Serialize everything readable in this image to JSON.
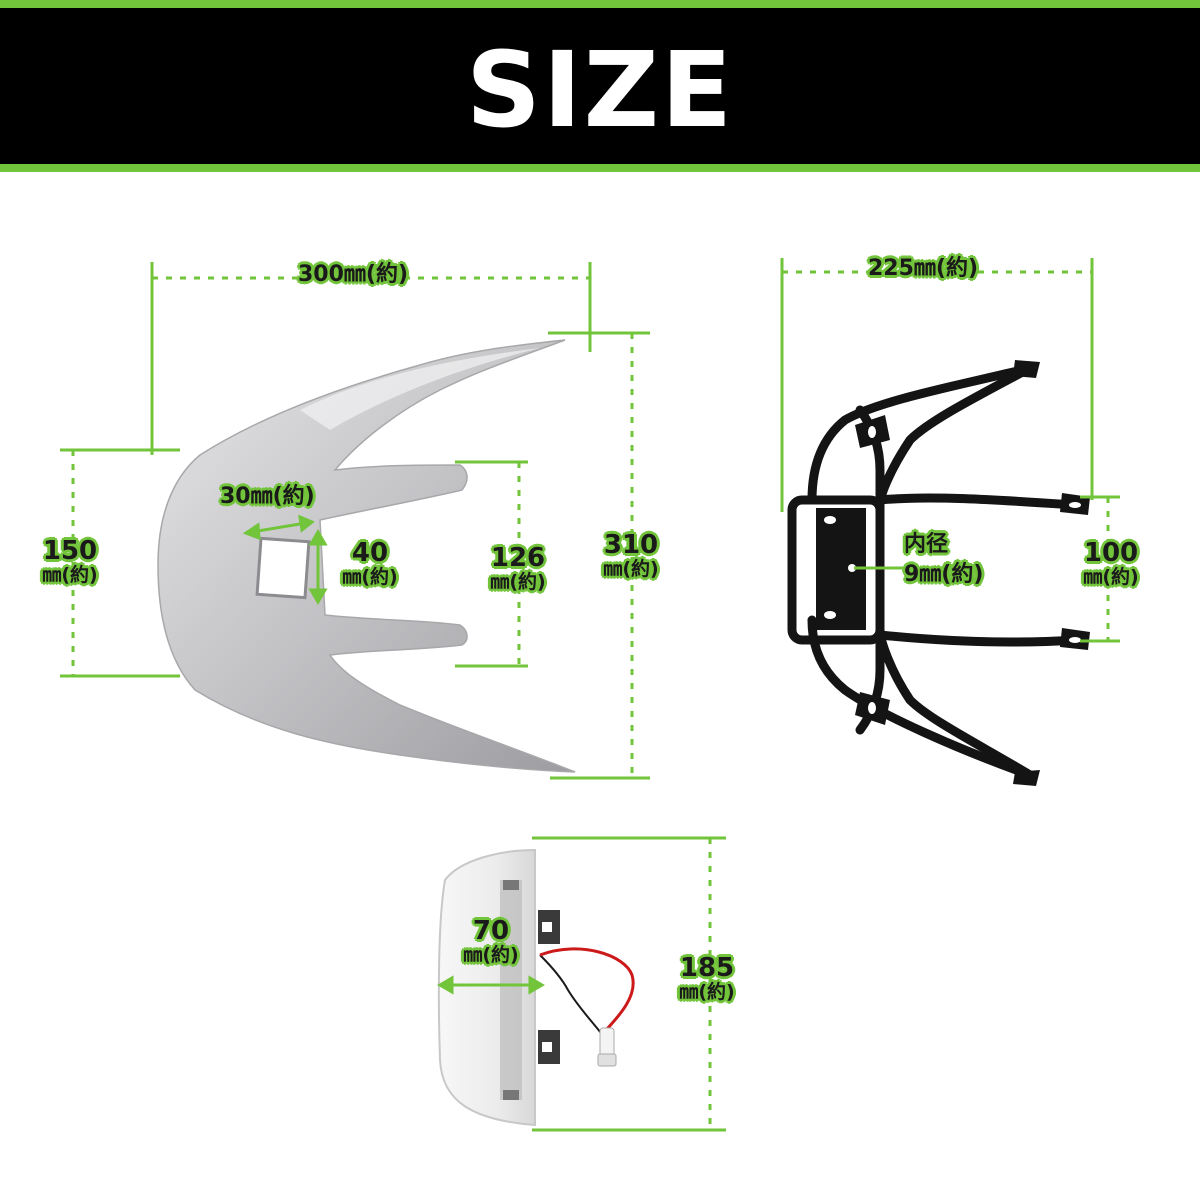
{
  "header": {
    "title": "SIZE"
  },
  "colors": {
    "accent": "#72c43a",
    "header_bg": "#000000",
    "cowl": "#c7c7c9",
    "frame": "#141414"
  },
  "measurements": {
    "cowl_width": "300㎜(約)",
    "cowl_height": "310㎜(約)",
    "cowl_side": {
      "value": "150",
      "unit": "㎜(約)"
    },
    "cowl_inner": {
      "value": "126",
      "unit": "㎜(約)"
    },
    "hole_width": "30㎜(約)",
    "hole_height": {
      "value": "40",
      "unit": "㎜(約)"
    },
    "frame_width": "225㎜(約)",
    "hole_diameter": {
      "value": "内径",
      "unit": "9㎜(約)"
    },
    "frame_mount": {
      "value": "100",
      "unit": "㎜(約)"
    },
    "lamp_depth": {
      "value": "70",
      "unit": "㎜(約)"
    },
    "lamp_length": {
      "value": "185",
      "unit": "㎜(約)"
    }
  }
}
